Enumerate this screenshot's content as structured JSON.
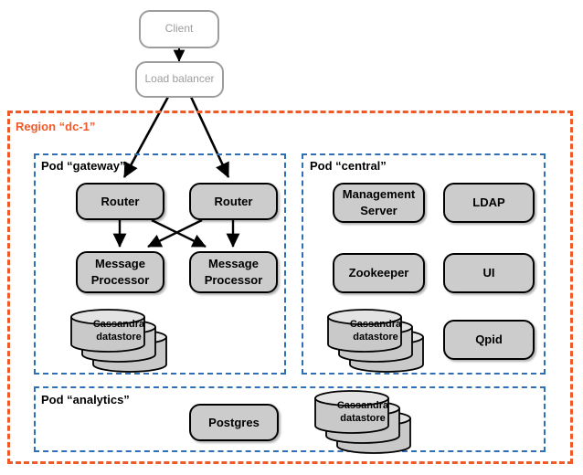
{
  "diagram": {
    "title": "Apigee Edge topology — Region dc-1",
    "colors": {
      "region_border": "#f05a28",
      "region_label": "#f05a28",
      "pod_border": "#2f6fb5",
      "component_fill": "#cccccc",
      "component_border": "#000000",
      "external_border": "#9d9d9d",
      "external_text": "#9d9d9d",
      "arrow": "#000000",
      "background": "#ffffff"
    }
  },
  "external": {
    "client": {
      "label": "Client"
    },
    "load_balancer": {
      "label": "Load balancer"
    }
  },
  "region": {
    "label": "Region “dc-1”"
  },
  "pods": [
    {
      "id": "gateway",
      "label": "Pod “gateway”",
      "components": [
        {
          "id": "router-1",
          "label": "Router",
          "shape": "box"
        },
        {
          "id": "router-2",
          "label": "Router",
          "shape": "box"
        },
        {
          "id": "message-processor-1",
          "label_line1": "Message",
          "label_line2": "Processor",
          "shape": "box"
        },
        {
          "id": "message-processor-2",
          "label_line1": "Message",
          "label_line2": "Processor",
          "shape": "box"
        },
        {
          "id": "cassandra-gateway",
          "label_line1": "Cassandra",
          "label_line2": "datastore",
          "shape": "database-stack"
        }
      ]
    },
    {
      "id": "central",
      "label": "Pod “central”",
      "components": [
        {
          "id": "management-server",
          "label_line1": "Management",
          "label_line2": "Server",
          "shape": "box"
        },
        {
          "id": "ldap",
          "label": "LDAP",
          "shape": "box"
        },
        {
          "id": "zookeeper",
          "label": "Zookeeper",
          "shape": "box"
        },
        {
          "id": "ui",
          "label": "UI",
          "shape": "box"
        },
        {
          "id": "cassandra-central",
          "label_line1": "Cassandra",
          "label_line2": "datastore",
          "shape": "database-stack"
        },
        {
          "id": "qpid",
          "label": "Qpid",
          "shape": "box"
        }
      ]
    },
    {
      "id": "analytics",
      "label": "Pod “analytics”",
      "components": [
        {
          "id": "postgres",
          "label": "Postgres",
          "shape": "box"
        },
        {
          "id": "cassandra-analytics",
          "label_line1": "Cassandra",
          "label_line2": "datastore",
          "shape": "database-stack"
        }
      ]
    }
  ],
  "connections": [
    {
      "from": "client",
      "to": "load-balancer"
    },
    {
      "from": "load-balancer",
      "to": "router-1"
    },
    {
      "from": "load-balancer",
      "to": "router-2"
    },
    {
      "from": "router-1",
      "to": "message-processor-1"
    },
    {
      "from": "router-1",
      "to": "message-processor-2"
    },
    {
      "from": "router-2",
      "to": "message-processor-1"
    },
    {
      "from": "router-2",
      "to": "message-processor-2"
    }
  ]
}
